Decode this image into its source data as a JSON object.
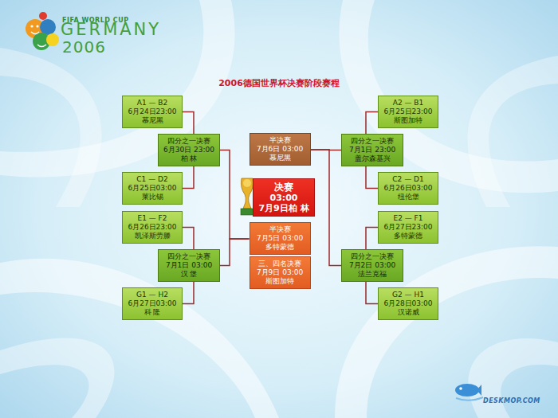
{
  "diagram": {
    "title": "2006德国世界杯决赛阶段赛程",
    "nodes": [
      {
        "text": [
          "A1 — B2",
          "6月24日23:00",
          "慕尼黑"
        ]
      },
      {
        "text": [
          "四分之一决赛",
          "6月30日 23:00",
          "柏 林"
        ]
      },
      {
        "text": [
          "C1 — D2",
          "6月25日03:00",
          "莱比锡"
        ]
      },
      {
        "text": [
          "E1 — F2",
          "6月26日23:00",
          "凯泽斯劳滕"
        ]
      },
      {
        "text": [
          "四分之一决赛",
          "7月1日 03:00",
          "汉 堡"
        ]
      },
      {
        "text": [
          "G1 — H2",
          "6月27日03:00",
          "科 隆"
        ]
      },
      {
        "text": [
          "半决赛",
          "7月6日 03:00",
          "慕尼黑"
        ]
      },
      {
        "text": [
          "决赛",
          "03:00",
          "7月9日柏 林"
        ]
      },
      {
        "text": [
          "半决赛",
          "7月5日 03:00",
          "多特蒙德"
        ]
      },
      {
        "text": [
          "三、四名决赛",
          "7月9日 03:00",
          "斯图加特"
        ]
      },
      {
        "text": [
          "A2 — B1",
          "6月25日23:00",
          "斯图加特"
        ]
      },
      {
        "text": [
          "四分之一决赛",
          "7月1日 23:00",
          "盖尔森基兴"
        ]
      },
      {
        "text": [
          "C2 — D1",
          "6月26日03:00",
          "纽伦堡"
        ]
      },
      {
        "text": [
          "E2 — F1",
          "6月27日23:00",
          "多特蒙德"
        ]
      },
      {
        "text": [
          "四分之一决赛",
          "7月2日 03:00",
          "法兰克福"
        ]
      },
      {
        "text": [
          "G2 — H1",
          "6月28日03:00",
          "汉诺威"
        ]
      }
    ],
    "edges": [
      {
        "from": 0,
        "to": 1,
        "arrow": "none"
      },
      {
        "from": 2,
        "to": 1,
        "arrow": "none"
      },
      {
        "from": 3,
        "to": 4,
        "arrow": "none"
      },
      {
        "from": 5,
        "to": 4,
        "arrow": "none"
      },
      {
        "from": 1,
        "to": 8,
        "arrow": "none"
      },
      {
        "from": 4,
        "to": 8,
        "arrow": "none"
      },
      {
        "from": 10,
        "to": 11,
        "arrow": "none"
      },
      {
        "from": 12,
        "to": 11,
        "arrow": "none"
      },
      {
        "from": 13,
        "to": 14,
        "arrow": "none"
      },
      {
        "from": 15,
        "to": 14,
        "arrow": "none"
      },
      {
        "from": 11,
        "to": 6,
        "arrow": "none"
      },
      {
        "from": 14,
        "to": 6,
        "arrow": "none"
      }
    ],
    "labels": [
      "FIFA WORLD CUP",
      "GERMANY",
      "2006",
      "DESKMOP.COM"
    ]
  }
}
